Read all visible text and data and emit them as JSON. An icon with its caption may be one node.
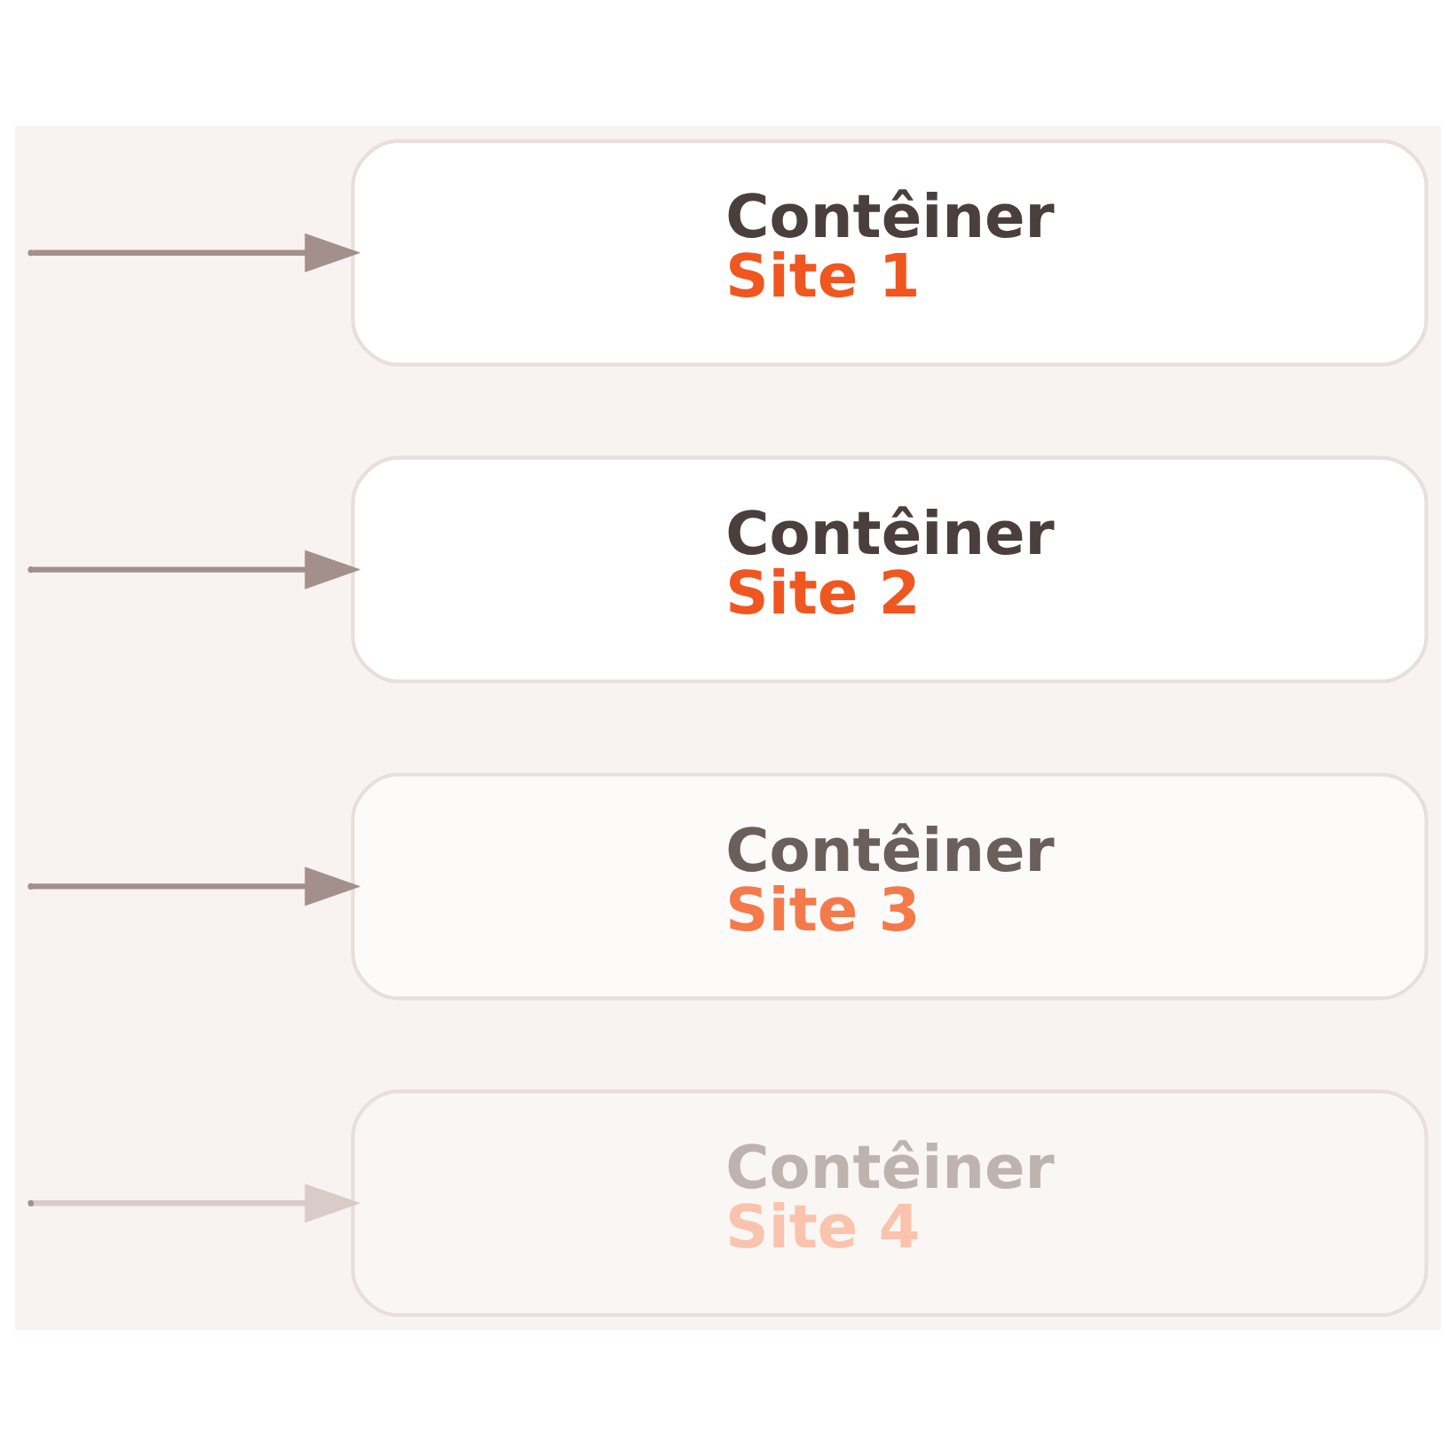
{
  "diagram": {
    "nodes": [
      {
        "text": [
          "Contêiner",
          "Site 1"
        ]
      },
      {
        "text": [
          "Contêiner",
          "Site 2"
        ]
      },
      {
        "text": [
          "Contêiner",
          "Site 3"
        ]
      },
      {
        "text": [
          "Contêiner",
          "Site 4"
        ]
      }
    ],
    "edges": [
      {
        "from": null,
        "to": 0,
        "arrow": "to"
      },
      {
        "from": null,
        "to": 1,
        "arrow": "to"
      },
      {
        "from": null,
        "to": 2,
        "arrow": "to"
      },
      {
        "from": null,
        "to": 3,
        "arrow": "to",
        "color": "#d9cbc8"
      }
    ]
  }
}
